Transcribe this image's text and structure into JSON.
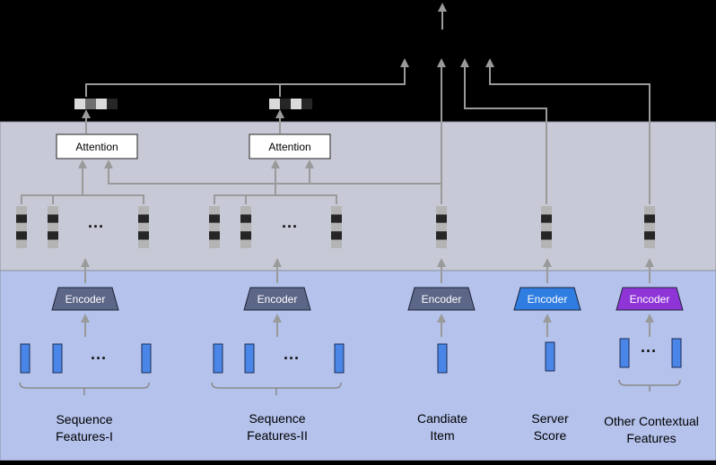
{
  "colors": {
    "top_band": "#000000",
    "middle_band": "#c7cad6",
    "bottom_band": "#b4c2ec",
    "band_border": "#8a8da0",
    "arrow": "#9a9a9a",
    "encoder_default": "#5c6687",
    "encoder_server": "#2f7de0",
    "encoder_context": "#8f35d8",
    "feature_bar_fill": "#4a86e8",
    "feature_bar_stroke": "#1b2c55",
    "seg_light": "#b4b4b4",
    "seg_dark": "#262626",
    "seg_mid": "#6f6f6f",
    "seg_pale": "#dadada"
  },
  "attention": {
    "label_left": "Attention",
    "label_right": "Attention"
  },
  "encoders": [
    {
      "key": "seq1",
      "label": "Encoder",
      "color_key": "encoder_default"
    },
    {
      "key": "seq2",
      "label": "Encoder",
      "color_key": "encoder_default"
    },
    {
      "key": "candidate",
      "label": "Encoder",
      "color_key": "encoder_default"
    },
    {
      "key": "server",
      "label": "Encoder",
      "color_key": "encoder_server"
    },
    {
      "key": "context",
      "label": "Encoder",
      "color_key": "encoder_context"
    }
  ],
  "ellipses": {
    "seq1_embed": "···",
    "seq2_embed": "···",
    "seq1_input": "···",
    "seq2_input": "···",
    "context_input": "···"
  },
  "feature_groups": [
    {
      "key": "seq1",
      "line1": "Sequence",
      "line2": "Features-I"
    },
    {
      "key": "seq2",
      "line1": "Sequence",
      "line2": "Features-II"
    },
    {
      "key": "candidate",
      "line1": "Candiate",
      "line2": "Item"
    },
    {
      "key": "server",
      "line1": "Server",
      "line2": "Score"
    },
    {
      "key": "context",
      "line1": "Other Contextual",
      "line2": "Features"
    }
  ]
}
